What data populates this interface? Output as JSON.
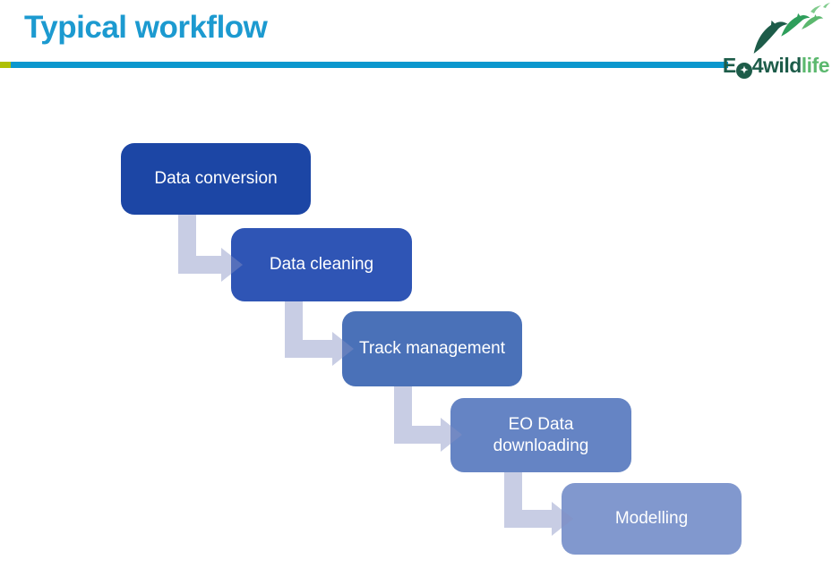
{
  "header": {
    "title": "Typical workflow",
    "title_color": "#1C9AD0",
    "rule": {
      "accent_color": "#AEC006",
      "line_color": "#0B97CE"
    }
  },
  "logo": {
    "name": "EO4wildlife",
    "wordmark": {
      "part1": "E",
      "o_glyph": "✦",
      "part2": "4wild",
      "part3": "life"
    },
    "colors": {
      "dark_green": "#1D5C49",
      "mid_green": "#2E9E5B",
      "light_green": "#5BB86E",
      "pale_green": "#7FCB8C"
    }
  },
  "diagram": {
    "connector_color": "rgba(133,144,195,0.45)",
    "steps": [
      {
        "label": "Data conversion",
        "color": "#1C46A5"
      },
      {
        "label": "Data cleaning",
        "color": "#2F55B5"
      },
      {
        "label": "Track management",
        "color": "#4A71B8"
      },
      {
        "label": "EO Data downloading",
        "color": "#6584C4"
      },
      {
        "label": "Modelling",
        "color": "#8198CE"
      }
    ]
  }
}
